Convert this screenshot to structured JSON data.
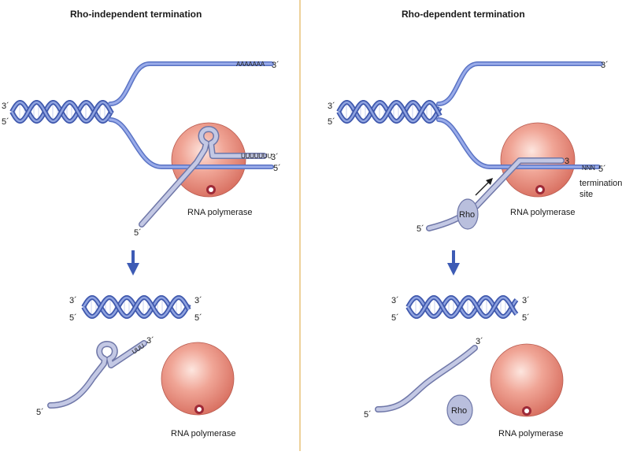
{
  "colors": {
    "divider": "#e8c27a",
    "dna_strand": "#5a73c4",
    "dna_strand_light": "#8fa3e0",
    "rna": "#b9bfdd",
    "rna_outline": "#6f77a8",
    "polymerase": "#e7897b",
    "arrow": "#3d5bb5",
    "rho": "#b9bfdd"
  },
  "left": {
    "title": "Rho-independent termination",
    "top_strand_end": "3´",
    "polyA_seq": "AAAAAAA",
    "dna_left_3": "3´",
    "dna_left_5": "5´",
    "hairpin_end": "3´",
    "polyU_seq": "UUUUUUU",
    "template_end": "5´",
    "rna_5": "5´",
    "polymerase_label": "RNA polymerase",
    "after": {
      "dna_left_3": "3´",
      "dna_left_5": "5´",
      "dna_right_3": "3´",
      "dna_right_5": "5´",
      "rna_3": "3´",
      "rna_5": "5´",
      "tail_seq": "UUU",
      "polymerase_label": "RNA polymerase"
    }
  },
  "right": {
    "title": "Rho-dependent termination",
    "top_strand_end": "3´",
    "dna_left_3": "3´",
    "dna_left_5": "5´",
    "rna_3": "3",
    "nnn_seq": "NNN",
    "template_end": "5´",
    "termination_site": "termination",
    "termination_site_2": "site",
    "rho_label": "Rho",
    "rna_5": "5´",
    "polymerase_label": "RNA polymerase",
    "after": {
      "dna_left_3": "3´",
      "dna_left_5": "5´",
      "dna_right_3": "3´",
      "dna_right_5": "5´",
      "rna_3": "3´",
      "rna_5": "5´",
      "rho_label": "Rho",
      "polymerase_label": "RNA polymerase"
    }
  }
}
